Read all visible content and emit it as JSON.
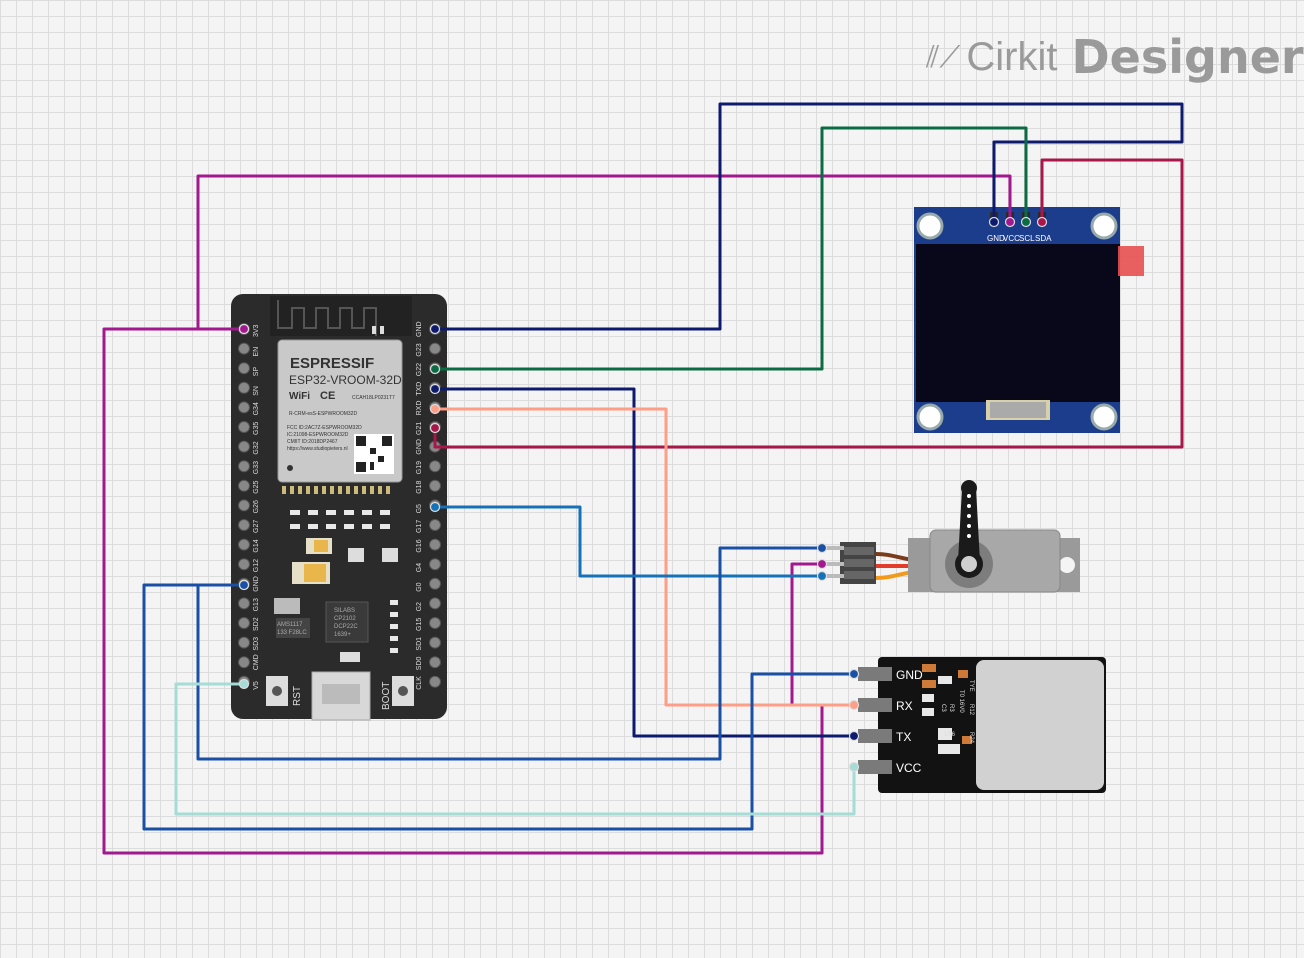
{
  "brand": {
    "logo_word1": "Cirkit",
    "logo_word2": "Designer",
    "logo_icon": "pencil-lines-icon"
  },
  "esp32": {
    "brand": "ESPRESSIF",
    "module": "ESP32-VROOM-32D",
    "cert_lines": [
      "FCC ID:2AC7Z-ESPWROOM32D",
      "IC:21098-ESPWROOM32D",
      "CMIIT ID:2018DP2467",
      "https://www.studiopieters.nl"
    ],
    "small_line": "R-CRM-esS-ESPWROOM32D",
    "anatel": "CCAH18LP0231T7",
    "chip_lines": [
      "SILABS",
      "CP2102",
      "DCP22C",
      "1639+"
    ],
    "reg_lines": [
      "AMS1117",
      "133 F28LC"
    ],
    "wifi": "WiFi",
    "ce": "CE",
    "left_pins": [
      "3V3",
      "EN",
      "SP",
      "SN",
      "G34",
      "G35",
      "G32",
      "G33",
      "G25",
      "G26",
      "G27",
      "G14",
      "G12",
      "GND",
      "G13",
      "SD2",
      "SD3",
      "CMD",
      "V5"
    ],
    "right_pins": [
      "GND",
      "G23",
      "G22",
      "TXD",
      "RXD",
      "G21",
      "GND",
      "G19",
      "G18",
      "G5",
      "G17",
      "G16",
      "G4",
      "G0",
      "G2",
      "G15",
      "SD1",
      "SD0",
      "CLK"
    ],
    "rst_label": "RST",
    "boot_label": "BOOT"
  },
  "oled": {
    "pins": [
      "GND",
      "VCC",
      "SCL",
      "SDA"
    ]
  },
  "fingerprint": {
    "pins": [
      "GND",
      "RX",
      "TX",
      "VCC"
    ],
    "silk": [
      "TYE",
      "R12",
      "T0 16V0",
      "R3",
      "C3",
      "R24",
      "1R6"
    ]
  },
  "wire_colors": {
    "purple": "#a2188f",
    "navy": "#0d1a6e",
    "green": "#0b6b45",
    "maroon": "#a8164a",
    "salmon": "#ff9e87",
    "blue": "#1572b9",
    "royal": "#1950a5",
    "teal": "#a5dcd5"
  }
}
